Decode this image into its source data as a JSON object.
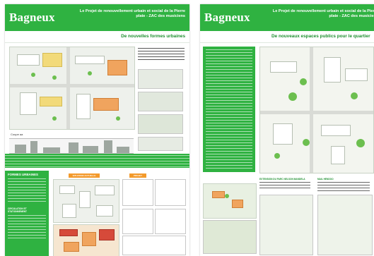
{
  "poster_left": {
    "logo": "Bagneux",
    "title": "Le Projet de renouvellement urbain et social de la Pierre plate - ZAC des musiciens",
    "subtitle": "De nouvelles formes urbaines",
    "coupe_label": "Coupe aa",
    "sections": {
      "formes": "FORMES URBAINES",
      "circulation": "CIRCULATION ET STATIONNEMENT"
    },
    "orange_tags": [
      "SITUATION ACTUELLE",
      "PROJET"
    ]
  },
  "poster_right": {
    "logo": "Bagneux",
    "title": "Le Projet de renouvellement urbain et social de la Pierre plate - ZAC des musiciens",
    "subtitle": "De nouveaux espaces publics pour le quartier",
    "bottom_labels": [
      "EXTENSION DU PARC NELSON MANDELA",
      "MAIL HENDOO"
    ]
  },
  "colors": {
    "accent": "#2fb241",
    "orange": "#f39a2c",
    "red": "#d64a3a"
  }
}
